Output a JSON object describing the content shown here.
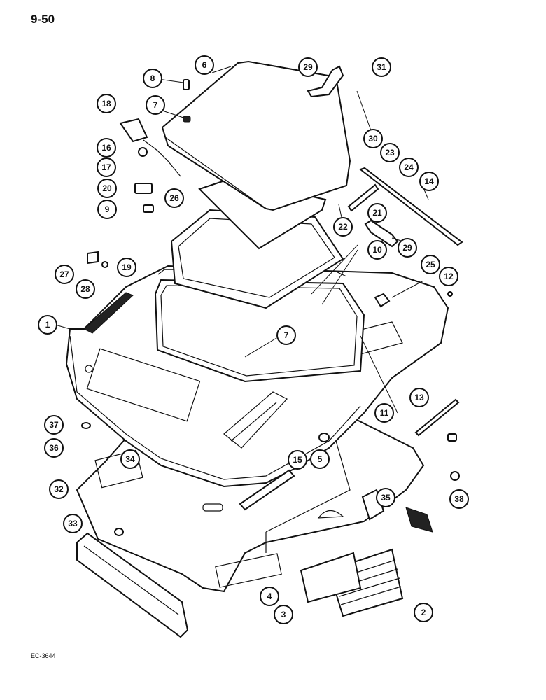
{
  "page": {
    "number": "9-50",
    "drawing_code": "EC-3644"
  },
  "callouts": [
    "1",
    "2",
    "3",
    "4",
    "5",
    "6",
    "7",
    "7",
    "8",
    "9",
    "10",
    "11",
    "12",
    "13",
    "14",
    "15",
    "16",
    "17",
    "18",
    "19",
    "20",
    "21",
    "22",
    "23",
    "24",
    "25",
    "26",
    "27",
    "28",
    "29",
    "29",
    "30",
    "31",
    "32",
    "33",
    "34",
    "35",
    "36",
    "37",
    "38"
  ]
}
